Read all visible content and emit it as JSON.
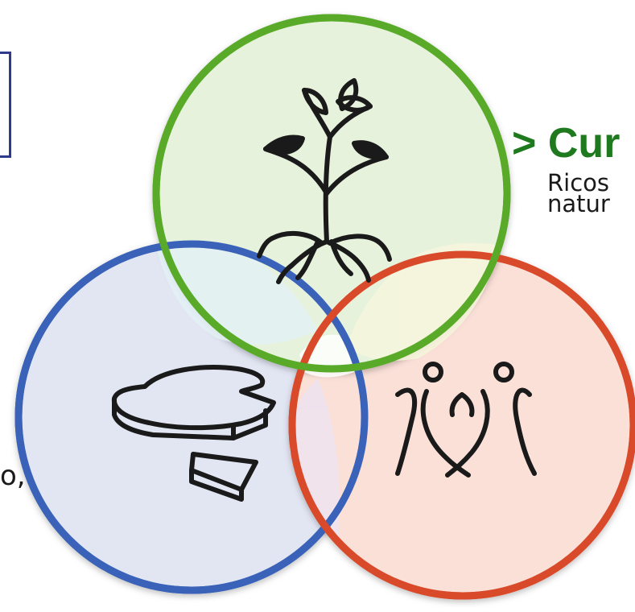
{
  "heading": {
    "text": "> Cur",
    "color": "#1f7a1f"
  },
  "subtext": {
    "line1": "Ricos",
    "line2": "natur"
  },
  "left_fragment": {
    "text": "o,"
  },
  "venn": {
    "top_circle": {
      "icon": "tree-with-roots-icon",
      "stroke": "#5aaa2a",
      "fill": "#e6f2dc"
    },
    "left_circle": {
      "icon": "cheese-wedge-icon",
      "stroke": "#3a62b8",
      "fill": "#e2e6f3"
    },
    "right_circle": {
      "icon": "people-heart-icon",
      "stroke": "#d94a2b",
      "fill": "#fbe0d8"
    }
  }
}
